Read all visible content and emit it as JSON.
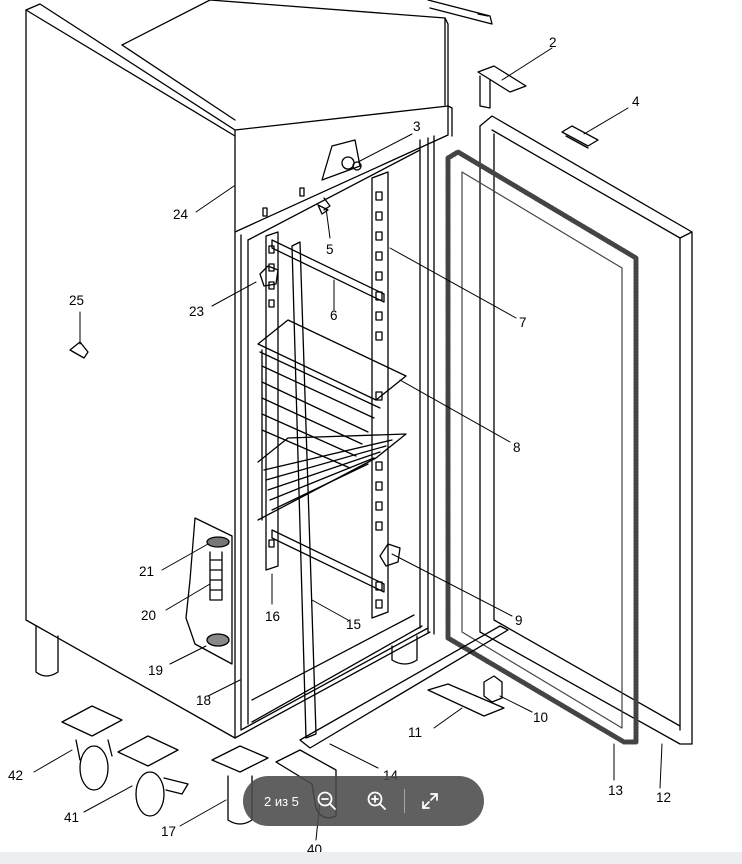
{
  "callouts": [
    "2",
    "3",
    "4",
    "5",
    "6",
    "7",
    "8",
    "9",
    "10",
    "11",
    "12",
    "13",
    "14",
    "15",
    "16",
    "17",
    "18",
    "19",
    "20",
    "21",
    "23",
    "24",
    "25",
    "40",
    "41",
    "42"
  ],
  "toolbar": {
    "page_indicator": "2 из 5",
    "icons": [
      "zoom-out-icon",
      "zoom-in-icon",
      "fullscreen-icon"
    ]
  },
  "colors": {
    "toolbar_bg": "#4a4a4a",
    "line": "#000000",
    "gasket": "#555555"
  }
}
